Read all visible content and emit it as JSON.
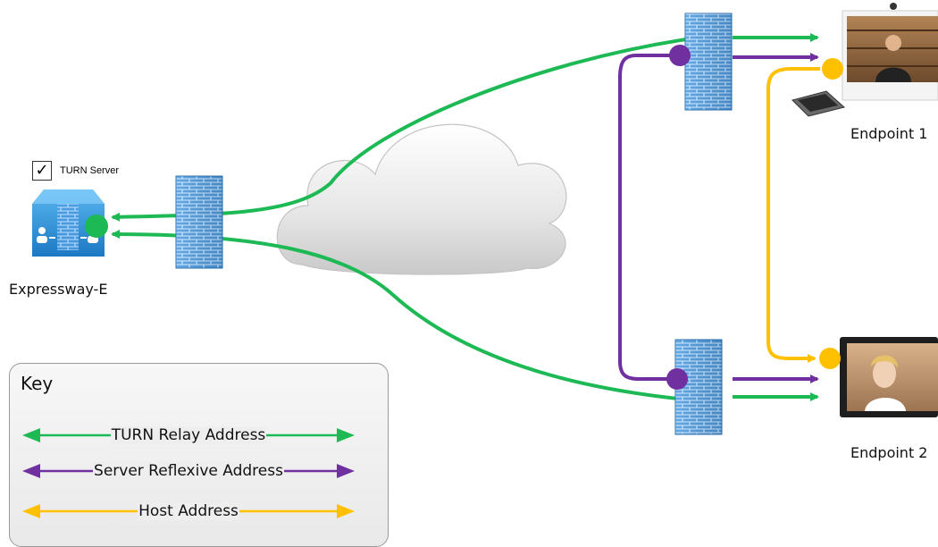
{
  "checkbox": {
    "mark": "✓",
    "label": "TURN Server"
  },
  "nodes": {
    "expressway": "Expressway-E",
    "endpoint1": "Endpoint 1",
    "endpoint2": "Endpoint 2"
  },
  "key": {
    "title": "Key",
    "items": [
      {
        "label": "TURN Relay Address",
        "color": "#1db954"
      },
      {
        "label": "Server Reflexive Address",
        "color": "#7030a0"
      },
      {
        "label": "Host Address",
        "color": "#ffc000"
      }
    ]
  },
  "colors": {
    "turn_relay": "#1db954",
    "server_reflexive": "#7030a0",
    "host": "#ffc000",
    "firewall": "#3d8fd9",
    "cloud": "#e4e4e4"
  },
  "icons": [
    "checkbox-icon",
    "expressway-server-icon",
    "firewall-icon",
    "cloud-icon",
    "video-endpoint-icon"
  ]
}
